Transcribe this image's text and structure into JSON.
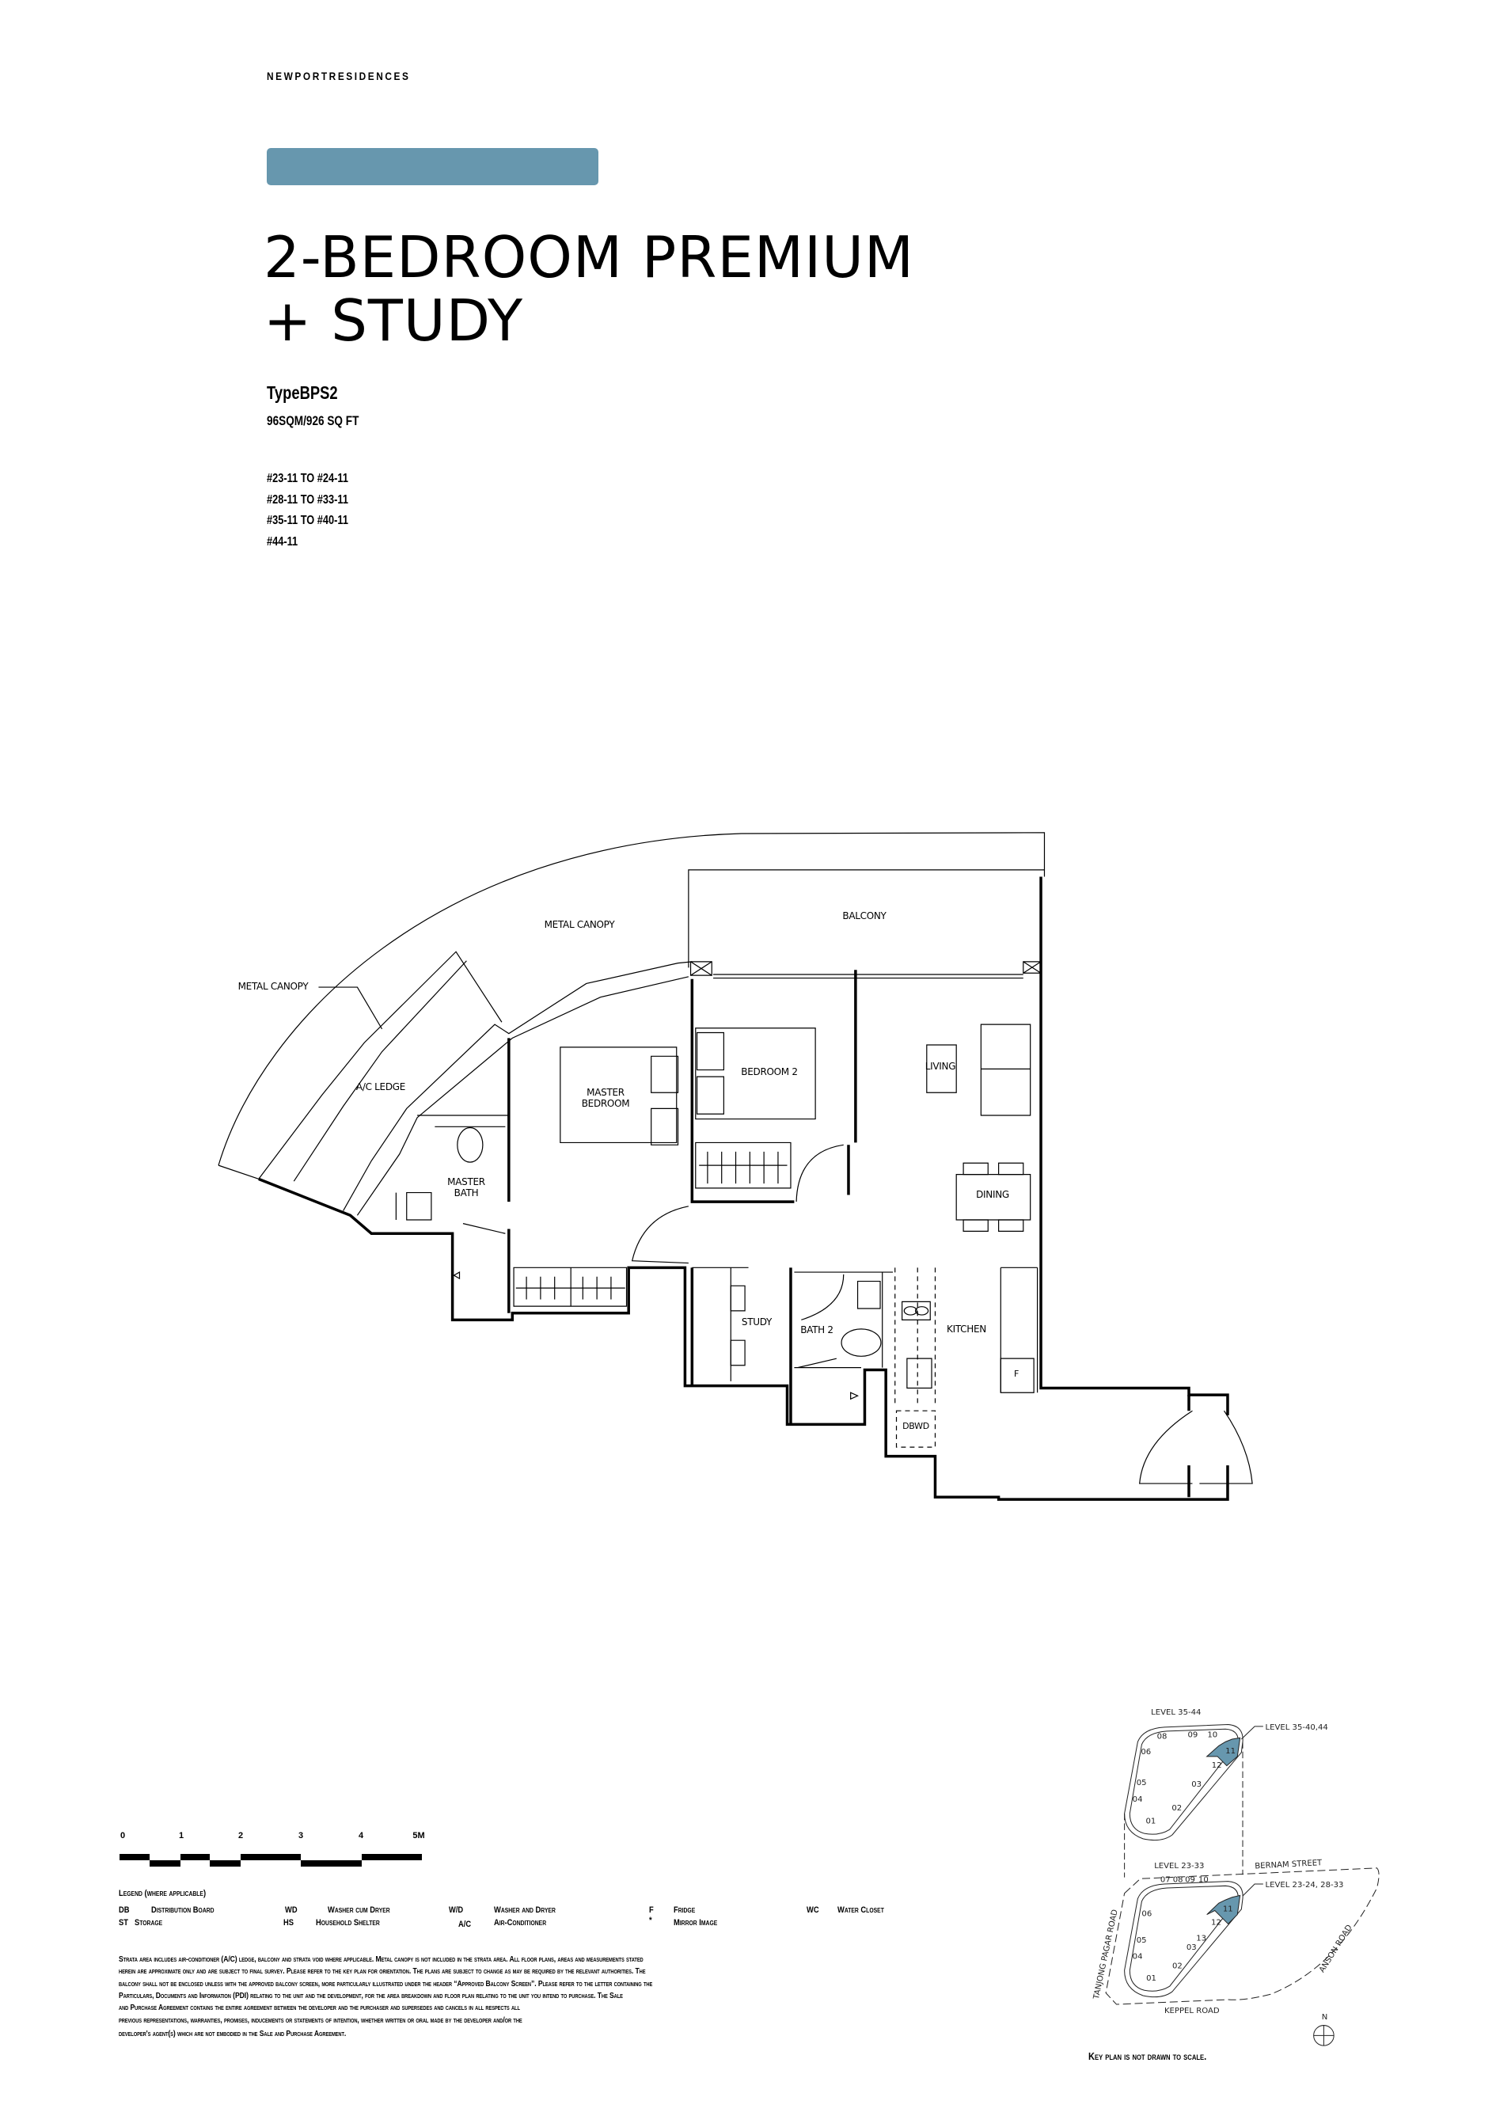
{
  "brand": "NEWPORTRESIDENCES",
  "accent_color": "#6797ae",
  "title_line1": "2-BEDROOM PREMIUM",
  "title_line2": "+ STUDY",
  "unit_type": "TypeBPS2",
  "unit_area": "96SQM/926 SQ FT",
  "unit_ranges": [
    "#23-11 TO #24-11",
    "#28-11 TO #33-11",
    "#35-11 TO #40-11",
    "#44-11"
  ],
  "floor_plan": {
    "rooms": {
      "metal_canopy_top": "METAL CANOPY",
      "metal_canopy_left": "METAL CANOPY",
      "balcony": "BALCONY",
      "ac_ledge": "A/C LEDGE",
      "master_bedroom_1": "MASTER",
      "master_bedroom_2": "BEDROOM",
      "bedroom2": "BEDROOM 2",
      "living": "LIVING",
      "dining": "DINING",
      "master_bath_1": "MASTER",
      "master_bath_2": "BATH",
      "study": "STUDY",
      "bath2": "BATH 2",
      "kitchen": "KITCHEN",
      "dbwd": "DBWD",
      "fridge": "F"
    }
  },
  "scale_bar": {
    "ticks": [
      "0",
      "1",
      "2",
      "3",
      "4",
      "5M"
    ]
  },
  "legend": {
    "heading": "Legend (where applicable)",
    "items": [
      {
        "code": "DB",
        "label": "Distribution Board"
      },
      {
        "code": "WD",
        "label": "Washer cum Dryer"
      },
      {
        "code": "W/D",
        "label": "Washer and Dryer"
      },
      {
        "code": "F",
        "label": "Fridge"
      },
      {
        "code": "WC",
        "label": "Water Closet"
      },
      {
        "code": "ST",
        "label": "Storage"
      },
      {
        "code": "HS",
        "label": "Household Shelter"
      },
      {
        "code": "A/C",
        "label": "Air-Conditioner"
      },
      {
        "code": "*",
        "label": "Mirror Image"
      }
    ]
  },
  "disclaimer": [
    "Strata area includes air-conditioner (A/C) ledge, balcony and strata void where applicable. Metal canopy is not included in the strata area. All floor plans, areas and measurements stated",
    "herein are approximate only and are subject to final survey. Please refer to the key plan for orientation. The plans are subject to change as may be required by the relevant authorities. The",
    "balcony shall not be enclosed unless with the approved balcony screen, more particularly illustrated under the header “Approved Balcony Screen”. Please refer to the letter containing the",
    "Particulars, Documents and Information (PDI) relating to the unit and the development, for the area breakdown and floor plan relating to the unit you intend to purchase. The Sale",
    "and Purchase Agreement contains the entire agreement between the developer and the purchaser and supersedes and cancels in all respects all",
    "previous representations, warranties, promises, inducements or statements of intention, whether written or oral made by the developer and/or the",
    "developer's agent(s) which are not embodied in the Sale and Purchase Agreement."
  ],
  "key_plan": {
    "upper_level": "LEVEL 35-44",
    "upper_highlight": "LEVEL 35-40,44",
    "lower_level": "LEVEL 23-33",
    "lower_highlight": "LEVEL 23-24, 28-33",
    "roads": {
      "bernam": "BERNAM STREET",
      "tanjong_pagar": "TANJONG PAGAR ROAD",
      "anson": "ANSON ROAD",
      "keppel": "KEPPEL ROAD"
    },
    "north": "N",
    "upper_units": [
      "08",
      "09",
      "10",
      "06",
      "11",
      "12",
      "05",
      "03",
      "04",
      "02",
      "01"
    ],
    "lower_units": [
      "07",
      "08",
      "09",
      "10",
      "06",
      "11",
      "12",
      "13",
      "05",
      "03",
      "04",
      "02",
      "01"
    ],
    "note": "Key plan is not drawn to scale."
  }
}
